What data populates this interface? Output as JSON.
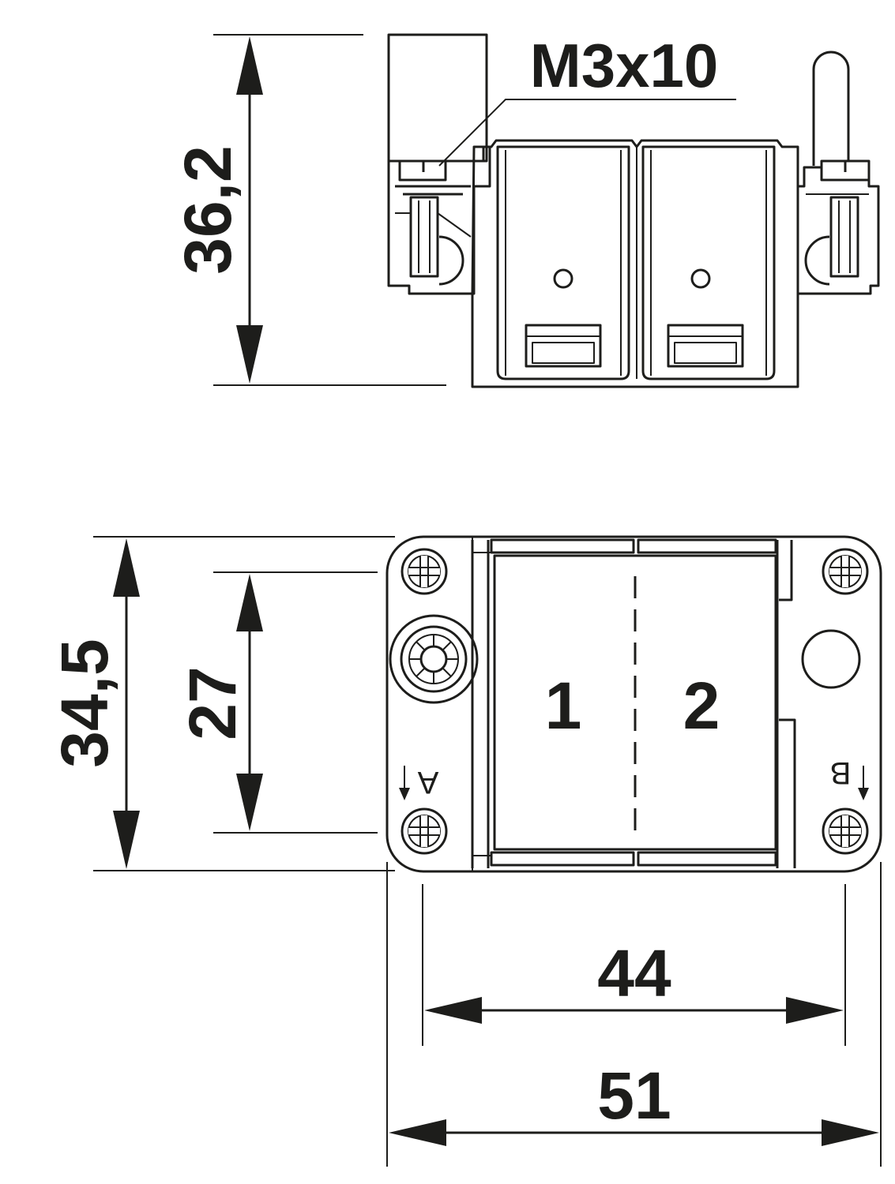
{
  "drawing": {
    "ink_color": "#1d1d1b",
    "background": "#ffffff"
  },
  "side_view": {
    "screw_label": "M3x10",
    "height_label": "36,2"
  },
  "top_view": {
    "outer_height_label": "34,5",
    "inner_height_label": "27",
    "inner_width_label": "44",
    "outer_width_label": "51",
    "chamber_1_label": "1",
    "chamber_2_label": "2",
    "marker_a_label": "A",
    "marker_b_label": "B"
  }
}
